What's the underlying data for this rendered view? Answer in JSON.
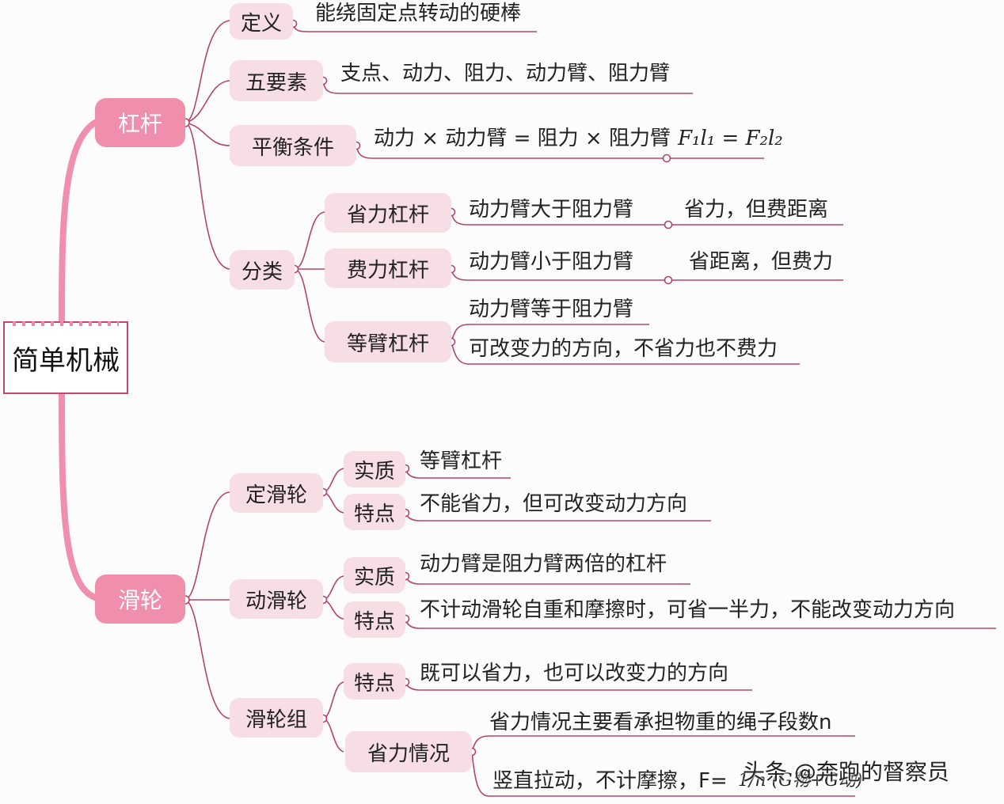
{
  "root": "简单机械",
  "lever": {
    "label": "杠杆",
    "definition": {
      "label": "定义",
      "text": "能绕固定点转动的硬棒"
    },
    "elements": {
      "label": "五要素",
      "text": "支点、动力、阻力、动力臂、阻力臂"
    },
    "balance": {
      "label": "平衡条件",
      "text": "动力 × 动力臂 = 阻力 × 阻力臂",
      "formula": "F₁l₁ = F₂l₂"
    },
    "classes": {
      "label": "分类",
      "effort": {
        "label": "省力杠杆",
        "text": "动力臂大于阻力臂",
        "result": "省力，但费距离"
      },
      "distance": {
        "label": "费力杠杆",
        "text": "动力臂小于阻力臂",
        "result": "省距离，但费力"
      },
      "equal": {
        "label": "等臂杠杆",
        "text1": "动力臂等于阻力臂",
        "text2": "可改变力的方向，不省力也不费力"
      }
    }
  },
  "pulley": {
    "label": "滑轮",
    "fixed": {
      "label": "定滑轮",
      "essence": {
        "label": "实质",
        "text": "等臂杠杆"
      },
      "feature": {
        "label": "特点",
        "text": "不能省力，但可改变动力方向"
      }
    },
    "movable": {
      "label": "动滑轮",
      "essence": {
        "label": "实质",
        "text": "动力臂是阻力臂两倍的杠杆"
      },
      "feature": {
        "label": "特点",
        "text": "不计动滑轮自重和摩擦时，可省一半力，不能改变动力方向"
      }
    },
    "block": {
      "label": "滑轮组",
      "feature": {
        "label": "特点",
        "text": "既可以省力，也可以改变力的方向"
      },
      "saving": {
        "label": "省力情况",
        "text1": "省力情况主要看承担物重的绳子段数n",
        "text2": "竖直拉动，不计摩擦，F=",
        "formula": "1/n (G物+G动)"
      }
    }
  },
  "watermark": "头条 @奔跑的督察员",
  "colors": {
    "branch": "#ef8fac",
    "node_fill": "#f7dde4",
    "line": "#b5446a"
  }
}
